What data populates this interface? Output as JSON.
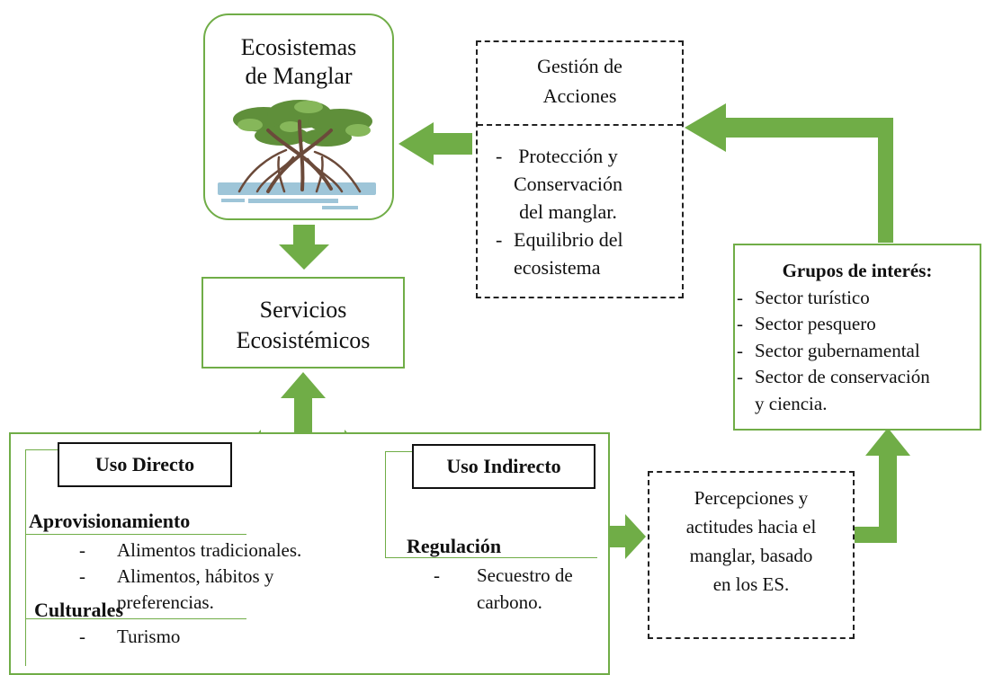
{
  "mangrove": {
    "title_line1": "Ecosistemas",
    "title_line2": "de Manglar"
  },
  "gestion": {
    "title_line1": "Gestión de",
    "title_line2": "Acciones",
    "items": [
      {
        "marker": "-",
        "line1": "Protección y",
        "line2": "Conservación",
        "line3": "del manglar."
      },
      {
        "marker": "-",
        "line1": "Equilibrio del",
        "line2": "ecosistema"
      }
    ]
  },
  "servicios": {
    "line1": "Servicios",
    "line2": "Ecosistémicos"
  },
  "grupos": {
    "title": "Grupos de interés:",
    "items": [
      {
        "marker": "-",
        "text": "Sector turístico"
      },
      {
        "marker": "-",
        "text": "Sector pesquero"
      },
      {
        "marker": "-",
        "text": "Sector gubernamental"
      },
      {
        "marker": "-",
        "text": "Sector de conservación",
        "cont": "y ciencia."
      }
    ]
  },
  "uso_directo": {
    "label": "Uso Directo",
    "aprovisionamiento": {
      "heading": "Aprovisionamiento",
      "items": [
        {
          "marker": "-",
          "text": "Alimentos tradicionales."
        },
        {
          "marker": "-",
          "text": "Alimentos, hábitos y",
          "cont": "preferencias."
        }
      ]
    },
    "culturales": {
      "heading": "Culturales",
      "items": [
        {
          "marker": "-",
          "text": "Turismo"
        }
      ]
    }
  },
  "uso_indirecto": {
    "label": "Uso Indirecto",
    "regulacion": {
      "heading": "Regulación",
      "items": [
        {
          "marker": "-",
          "text": "Secuestro de",
          "cont": "carbono."
        }
      ]
    }
  },
  "percepciones": {
    "line1": "Percepciones y",
    "line2": "actitudes hacia el",
    "line3": "manglar, basado",
    "line4": "en los ES."
  },
  "colors": {
    "green": "#70ad47",
    "arrow_green": "#70ad47",
    "water": "#9ec5d8"
  },
  "icons": {
    "mangrove": "mangrove-tree-illustration"
  }
}
